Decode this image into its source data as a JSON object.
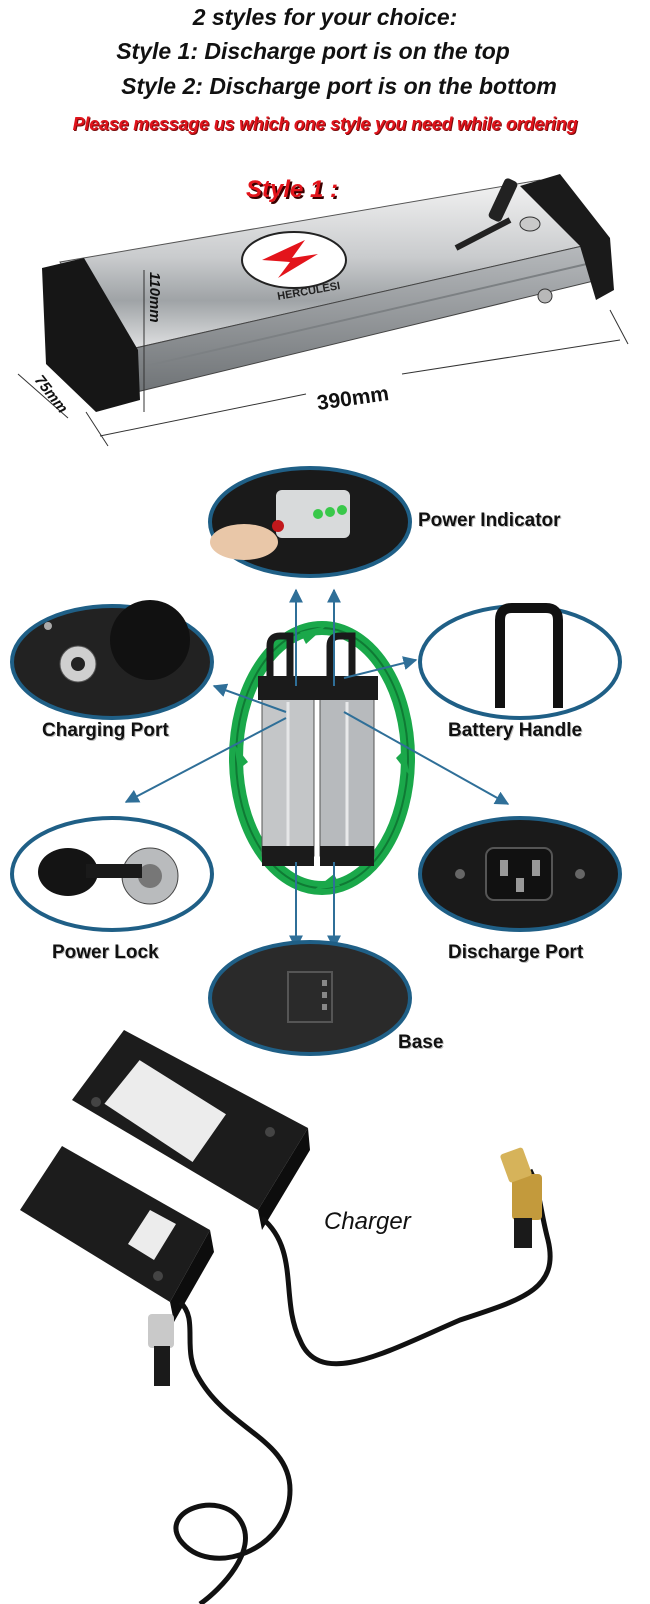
{
  "header": {
    "line1": "2 styles for your choice:",
    "line2": "Style 1:  Discharge port is on the top",
    "line3": "Style 2: Discharge port is on the bottom",
    "warning": "Please message us which one style you need while ordering"
  },
  "battery_image": {
    "style_label": "Style 1 :",
    "brand": "HERCULESI",
    "height_dim": "110mm",
    "width_dim": "75mm",
    "length_dim": "390mm"
  },
  "features": {
    "power_indicator": "Power Indicator",
    "charging_port": "Charging Port",
    "battery_handle": "Battery Handle",
    "power_lock": "Power Lock",
    "discharge_port": "Discharge Port",
    "base": "Base"
  },
  "charger": {
    "label": "Charger"
  },
  "colors": {
    "accent_red": "#e0141c",
    "ring_green": "#1aa84a",
    "ring_blue": "#1f5f86",
    "arrow_blue": "#2f6f98"
  }
}
